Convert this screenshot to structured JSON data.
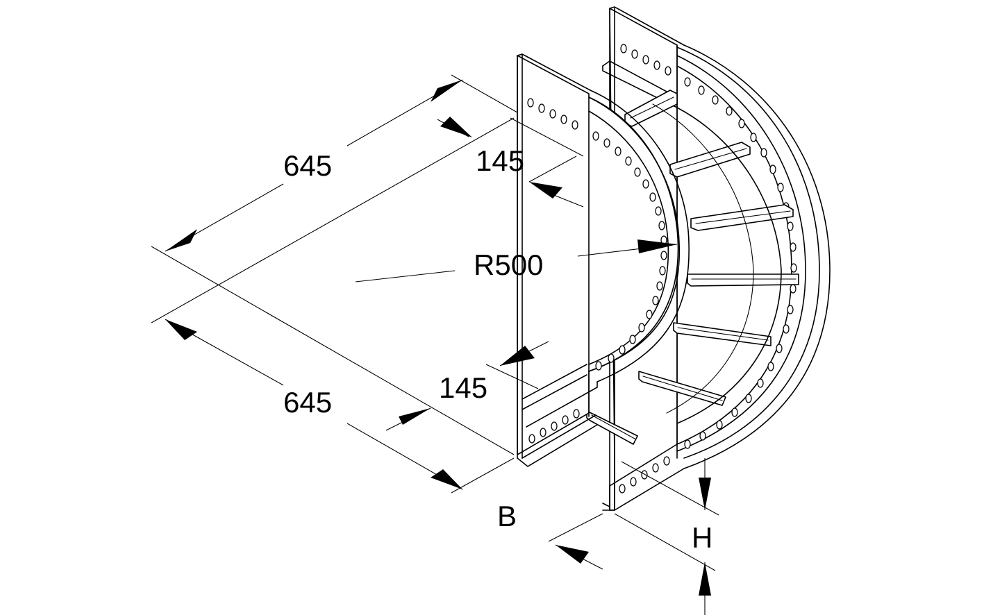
{
  "labels": {
    "outer_length_top": "645",
    "outer_length_bottom": "645",
    "straight_top": "145",
    "straight_bottom": "145",
    "radius": "R500",
    "width": "B",
    "height": "H"
  }
}
